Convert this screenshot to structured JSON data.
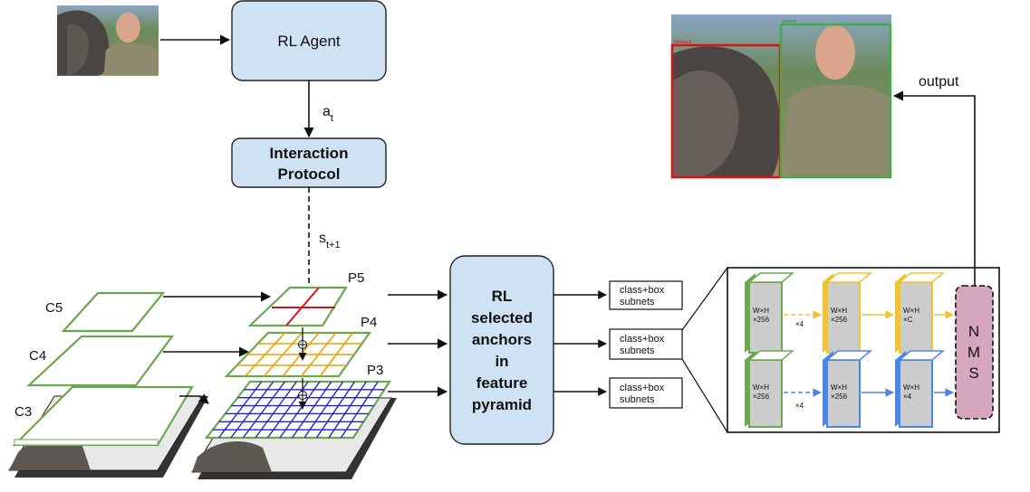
{
  "diagram": {
    "agent_label": "RL Agent",
    "action_symbol": "a",
    "action_sub": "t",
    "protocol_line1": "Interaction",
    "protocol_line2": "Protocol",
    "state_symbol": "s",
    "state_sub": "t+1",
    "backbone_levels": [
      "C5",
      "C4",
      "C3"
    ],
    "pyramid_levels": [
      "P5",
      "P4",
      "P3"
    ],
    "rl_block_lines": [
      "RL",
      "selected",
      "anchors",
      "in",
      "feature",
      "pyramid"
    ],
    "subnet_line1": "class+box",
    "subnet_line2": "subnets",
    "detail": {
      "wh256": "W×H",
      "x256": "×256",
      "xC": "×C",
      "x4": "×4",
      "repeat": "×4",
      "nms": [
        "N",
        "M",
        "S"
      ]
    },
    "output_label": "output",
    "detections": [
      "elephant",
      "person"
    ]
  },
  "colors": {
    "box_fill": "#cfe2f3",
    "green": "#6aa84f",
    "red": "#dd1111",
    "orange": "#f0a000",
    "blue": "#2222cc",
    "yellow": "#f1c232",
    "light_blue": "#4a86e8",
    "nms_fill": "#d5a6bd"
  }
}
